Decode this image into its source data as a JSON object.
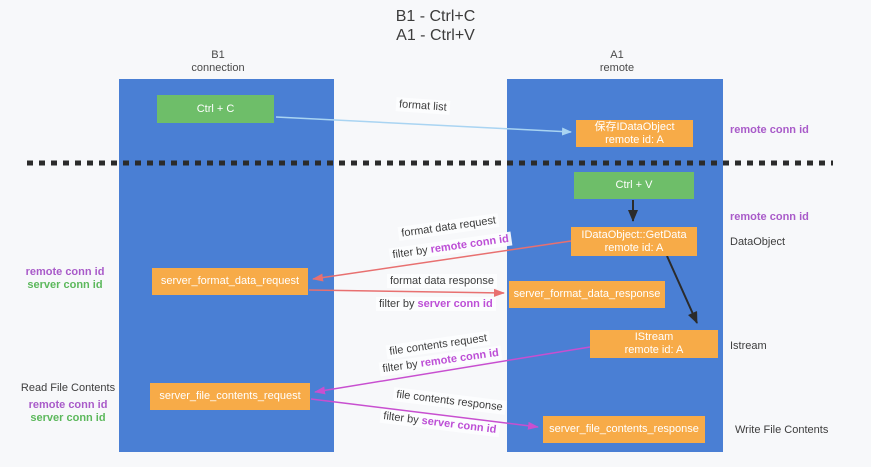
{
  "title": {
    "line1": "B1 - Ctrl+C",
    "line2": "A1 - Ctrl+V"
  },
  "lanes": {
    "left": {
      "name": "B1",
      "subtitle": "connection"
    },
    "right": {
      "name": "A1",
      "subtitle": "remote"
    }
  },
  "nodes": {
    "ctrl_c": {
      "label": "Ctrl + C"
    },
    "ctrl_v": {
      "label": "Ctrl + V"
    },
    "save_dataobject": {
      "line1": "保存IDataObject",
      "line2": "remote id: A"
    },
    "getdata": {
      "line1": "IDataObject::GetData",
      "line2": "remote id: A"
    },
    "istream": {
      "line1": "IStream",
      "line2": "remote id: A"
    },
    "format_request": {
      "label": "server_format_data_request"
    },
    "format_response": {
      "label": "server_format_data_response"
    },
    "file_request": {
      "label": "server_file_contents_request"
    },
    "file_response": {
      "label": "server_file_contents_response"
    }
  },
  "edges": {
    "format_list": "format list",
    "format_data_request": "format data request",
    "format_data_response": "format data response",
    "file_contents_request": "file contents request",
    "file_contents_response": "file contents response",
    "filter_by": "filter by ",
    "remote_conn_id": "remote conn id",
    "server_conn_id": "server conn id"
  },
  "side": {
    "remote_conn_id": "remote conn id",
    "server_conn_id": "server conn id",
    "dataobject": "DataObject",
    "istream": "Istream",
    "read_file_contents": "Read File Contents",
    "write_file_contents": "Write File Contents"
  },
  "colors": {
    "lane_blue": "#4a7fd4",
    "node_orange": "#f7ab48",
    "node_green": "#6ebe69",
    "arrow_light_blue": "#a9d4f2",
    "arrow_salmon": "#e87070",
    "arrow_magenta": "#c84fd0",
    "arrow_black": "#2b2b2b",
    "text_purple": "#a95bc9",
    "text_green": "#5cb85c"
  }
}
